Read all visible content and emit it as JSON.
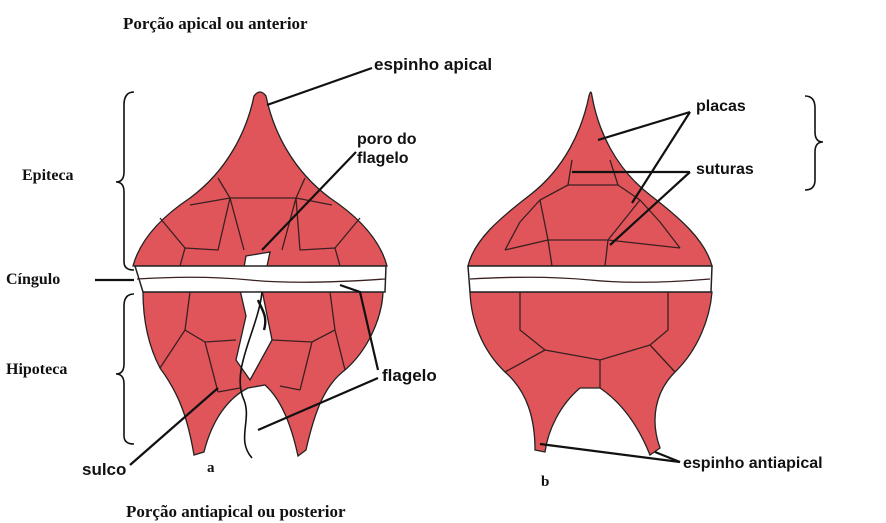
{
  "labels": {
    "top": "Porção apical ou anterior",
    "bottom": "Porção antiapical ou posterior",
    "epiteca": "Epiteca",
    "cingulo": "Cíngulo",
    "hipoteca": "Hipoteca",
    "espinho_apical": "espinho apical",
    "poro_line1": "poro do",
    "poro_line2": "flagelo",
    "placas": "placas",
    "suturas": "suturas",
    "flagelo": "flagelo",
    "sulco": "sulco",
    "espinho_antiapical": "espinho antiapical",
    "fig_a": "a",
    "fig_b": "b"
  },
  "colors": {
    "plate_fill": "#e0555a",
    "outline": "#222222"
  }
}
